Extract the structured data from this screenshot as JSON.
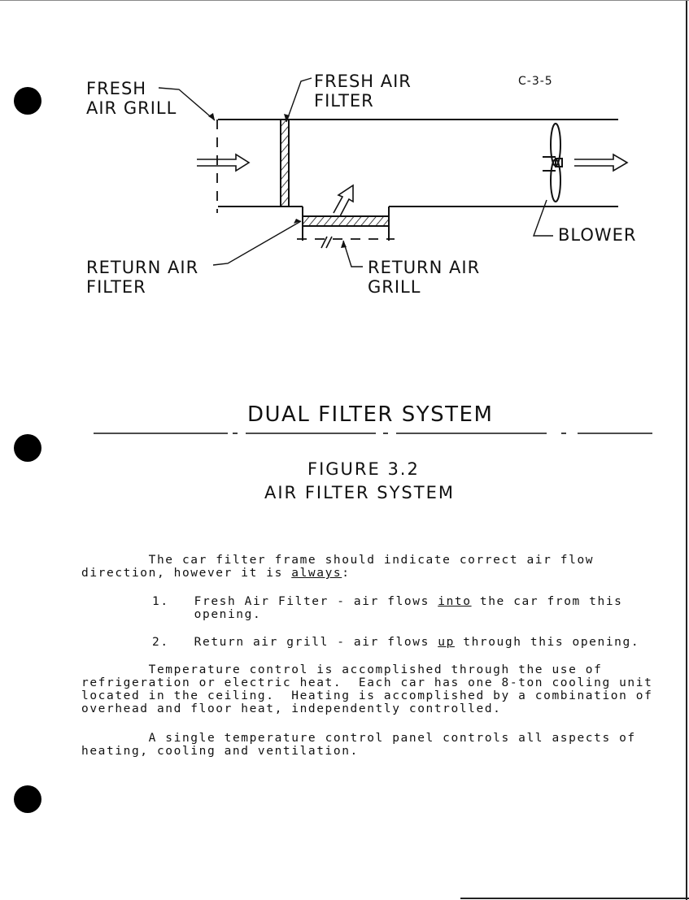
{
  "page": {
    "code": "C-3-5",
    "diagram_title": "DUAL FILTER SYSTEM",
    "figure_number": "FIGURE 3.2",
    "figure_caption": "AIR FILTER SYSTEM"
  },
  "diagram": {
    "fresh_air_grill_line1": "FRESH",
    "fresh_air_grill_line2": "AIR GRILL",
    "fresh_air_filter_line1": "FRESH AIR",
    "fresh_air_filter_line2": "FILTER",
    "blower": "BLOWER",
    "return_air_filter_line1": "RETURN AIR",
    "return_air_filter_line2": "FILTER",
    "return_air_grill_line1": "RETURN AIR",
    "return_air_grill_line2": "GRILL"
  },
  "body": {
    "p1_line1": "The car filter frame should indicate correct air flow",
    "p1_line2_pre": "direction, however it is ",
    "p1_line2_ul": "always",
    "p1_line2_post": ":",
    "item1_num": "1.",
    "item1_pre": "Fresh Air Filter - air flows ",
    "item1_ul": "into",
    "item1_post": " the car from this",
    "item1_cont": "opening.",
    "item2_num": "2.",
    "item2_pre": "Return air grill - air flows ",
    "item2_ul": "up",
    "item2_post": " through this opening.",
    "p2_line1": "Temperature control is accomplished through the use of",
    "p2_line2": "refrigeration or electric heat.  Each car has one 8-ton cooling unit",
    "p2_line3": "located in the ceiling.  Heating is accomplished by a combination of",
    "p2_line4": "overhead and floor heat, independently controlled.",
    "p3_line1": "A single temperature control panel controls all aspects of",
    "p3_line2": "heating, cooling and ventilation."
  }
}
